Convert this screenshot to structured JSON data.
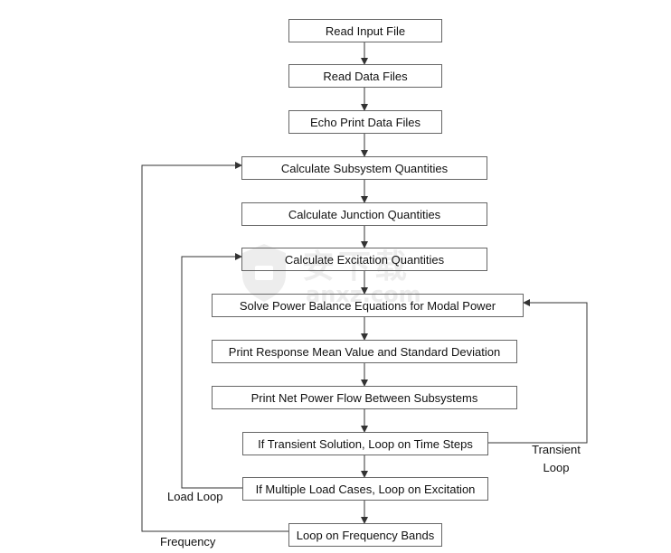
{
  "steps": [
    "Read Input File",
    "Read Data Files",
    "Echo Print Data Files",
    "Calculate Subsystem Quantities",
    "Calculate Junction Quantities",
    "Calculate Excitation Quantities",
    "Solve Power Balance Equations for Modal Power",
    "Print Response Mean Value and Standard Deviation",
    "Print Net Power Flow Between Subsystems",
    "If Transient Solution, Loop on Time Steps",
    "If Multiple Load Cases, Loop on Excitation",
    "Loop on Frequency Bands"
  ],
  "loops": {
    "transient_line1": "Transient",
    "transient_line2": "Loop",
    "load": "Load Loop",
    "frequency": "Frequency"
  },
  "watermark": {
    "text": "安下载",
    "subtext": "anxz.com"
  },
  "colors": {
    "line": "#333333",
    "border": "#666666",
    "watermark": "#b0b0b0"
  }
}
